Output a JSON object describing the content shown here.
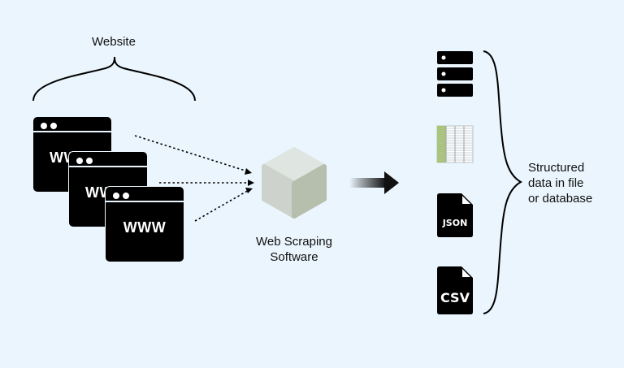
{
  "diagram": {
    "website_label": "Website",
    "browser_windows": [
      {
        "text": "WWW"
      },
      {
        "text": "WWW"
      },
      {
        "text": "WWW"
      }
    ],
    "software_label_line1": "Web Scraping",
    "software_label_line2": "Software",
    "outputs": [
      {
        "name": "server-database",
        "icon": "server-stack-icon"
      },
      {
        "name": "spreadsheet",
        "icon": "spreadsheet-icon"
      },
      {
        "name": "json-file",
        "icon": "file-icon",
        "text": "JSON"
      },
      {
        "name": "csv-file",
        "icon": "file-icon",
        "text": "CSV"
      }
    ],
    "result_label_line1": "Structured",
    "result_label_line2": "data in file",
    "result_label_line3": "or database",
    "colors": {
      "background": "#eaf5fd",
      "icon": "#000000",
      "cube_top": "#dfe5e1",
      "cube_left": "#cdd3cc",
      "cube_right": "#b6beae",
      "sheet_green": "#a7c46a"
    }
  }
}
